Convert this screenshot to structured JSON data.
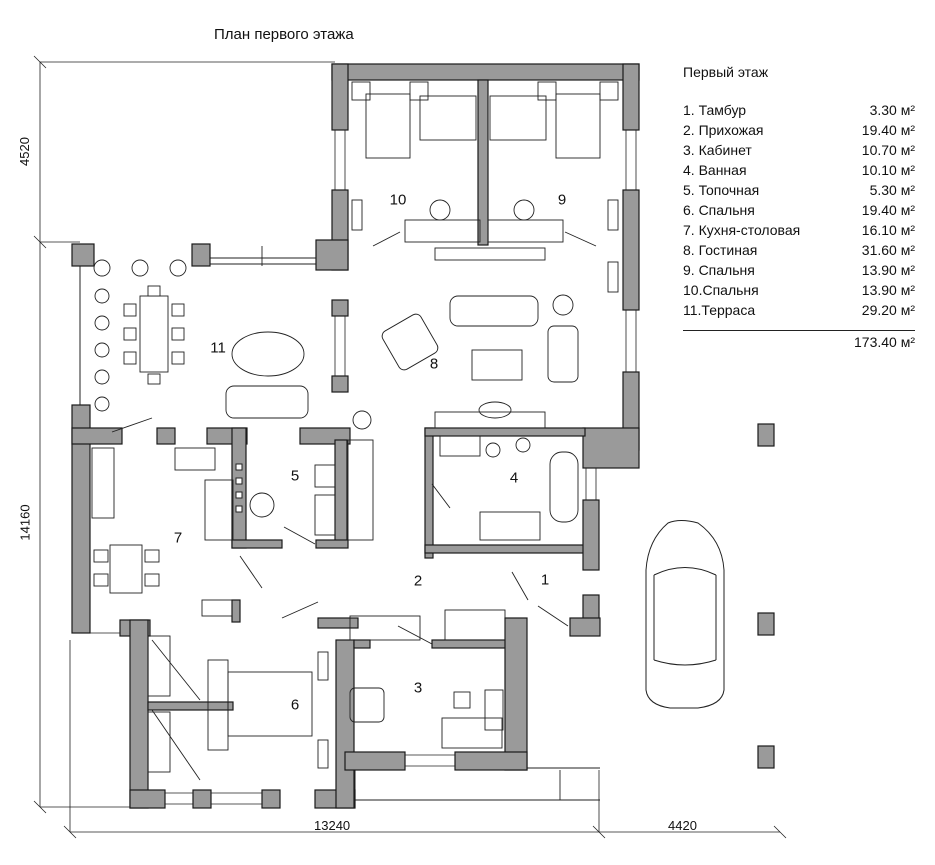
{
  "title": "План первого этажа",
  "legend": {
    "heading": "Первый этаж",
    "rooms": [
      {
        "name": "1. Тамбур",
        "area": "3.30 м²"
      },
      {
        "name": "2. Прихожая",
        "area": "19.40 м²"
      },
      {
        "name": "3. Кабинет",
        "area": "10.70 м²"
      },
      {
        "name": "4. Ванная",
        "area": "10.10 м²"
      },
      {
        "name": "5. Топочная",
        "area": "5.30 м²"
      },
      {
        "name": "6. Спальня",
        "area": "19.40 м²"
      },
      {
        "name": "7. Кухня-столовая",
        "area": "16.10 м²"
      },
      {
        "name": "8. Гостиная",
        "area": "31.60 м²"
      },
      {
        "name": "9. Спальня",
        "area": "13.90 м²"
      },
      {
        "name": "10.Спальня",
        "area": "13.90 м²"
      },
      {
        "name": "11.Терраса",
        "area": "29.20 м²"
      }
    ],
    "total": "173.40 м²"
  },
  "dimensions": {
    "top_left": "4520",
    "left": "14160",
    "bottom": "13240",
    "bottom_right": "4420"
  },
  "room_numbers": [
    "1",
    "2",
    "3",
    "4",
    "5",
    "6",
    "7",
    "8",
    "9",
    "10",
    "11"
  ],
  "colors": {
    "wall": "#9a9a9a",
    "wall_stroke": "#1a1a1a",
    "line": "#222222"
  }
}
